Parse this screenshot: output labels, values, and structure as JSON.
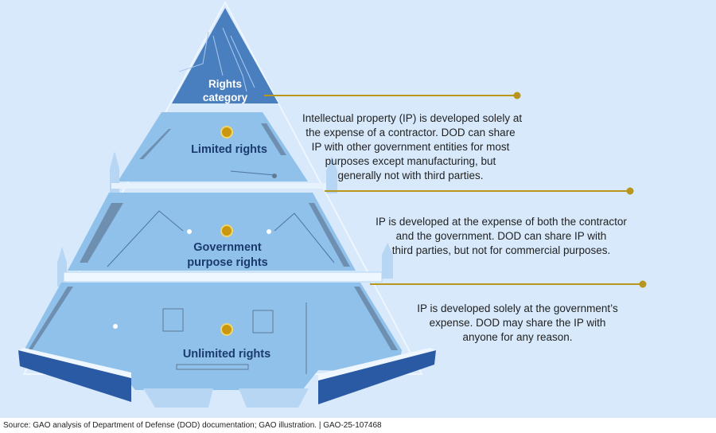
{
  "colors": {
    "background": "#d7e9fb",
    "gold": "#b8961c",
    "apex": "#4a7fbf",
    "tier": "#8fc1ea",
    "label": "#1b3a6e",
    "base_dark": "#2b5aa5"
  },
  "apex": {
    "line1": "Rights",
    "line2": "category"
  },
  "tiers": [
    {
      "label_lines": [
        "Limited rights"
      ],
      "description": [
        "Intellectual property (IP) is developed solely at",
        "the expense of a contractor. DOD can share",
        "IP  with other government entities for most",
        "purposes except manufacturing, but",
        "generally not with third parties."
      ]
    },
    {
      "label_lines": [
        "Government",
        "purpose rights"
      ],
      "description": [
        "IP is developed at the expense of both the contractor",
        "and the government. DOD can share IP with",
        "third parties, but not for commercial purposes."
      ]
    },
    {
      "label_lines": [
        "Unlimited rights"
      ],
      "description": [
        "IP is developed solely at the government’s",
        "expense. DOD may share the IP with",
        "anyone for any reason."
      ]
    }
  ],
  "source": "Source: GAO analysis of Department of Defense (DOD) documentation; GAO illustration.  |  GAO-25-107468"
}
